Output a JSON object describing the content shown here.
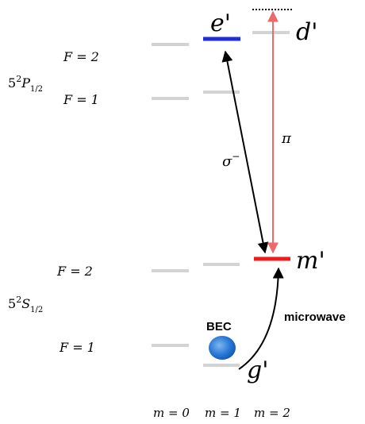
{
  "levels": {
    "P_term": "5",
    "P_sup": "2",
    "P_letter": "P",
    "P_sub": "1/2",
    "S_term": "5",
    "S_sup": "2",
    "S_letter": "S",
    "S_sub": "1/2",
    "P_F2": "F = 2",
    "P_F1": "F = 1",
    "S_F2": "F = 2",
    "S_F1": "F = 1"
  },
  "states": {
    "e": "e'",
    "d": "d'",
    "m": "m'",
    "g": "g'"
  },
  "transitions": {
    "sigma": "σ",
    "sigma_sup": "−",
    "pi": "π",
    "microwave": "microwave"
  },
  "bec_label": "BEC",
  "m_labels": [
    "m = 0",
    "m = 1",
    "m = 2"
  ],
  "colors": {
    "level_gray": "#d3d3d3",
    "e_level": "#1f2fd6",
    "m_level": "#ee1c1c",
    "pi_arrow": "#ee6a6a",
    "arrow_black": "#000000",
    "bec_blue": "#1a6fd0"
  }
}
